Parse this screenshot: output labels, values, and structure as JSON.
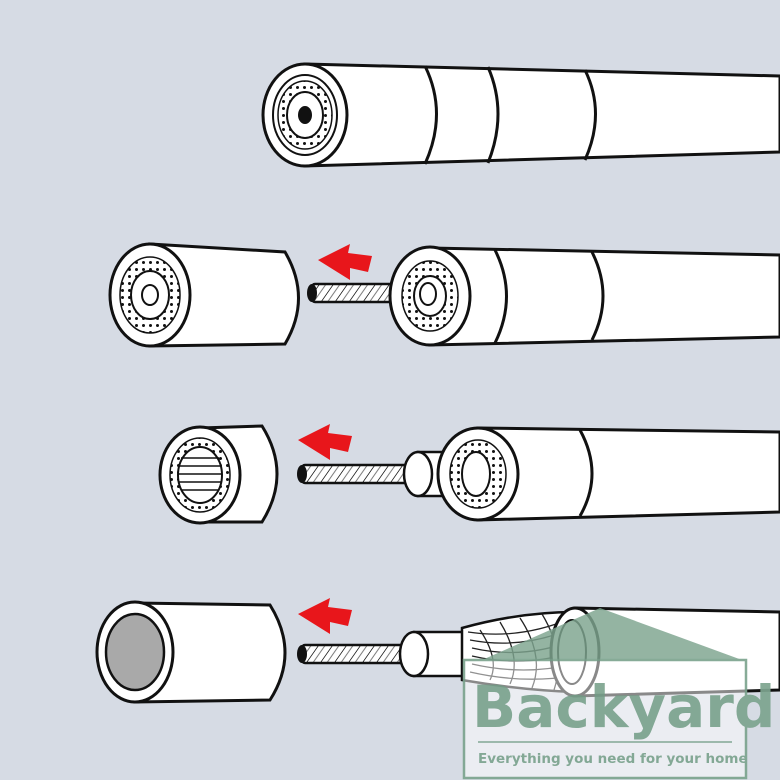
{
  "diagram": {
    "steps": [
      {
        "id": "step-1",
        "stage": "intact-cable"
      },
      {
        "id": "step-2",
        "stage": "outer-jacket-removed"
      },
      {
        "id": "step-3",
        "stage": "dielectric-exposed"
      },
      {
        "id": "step-4",
        "stage": "shield-braid-exposed"
      }
    ],
    "colors": {
      "background": "#d6dbe4",
      "cable_fill": "#ffffff",
      "outline": "#111111",
      "arrow": "#e8161b",
      "watermark": "#7da48f",
      "cut_cap_inner": "#a9a9a9"
    }
  },
  "watermark": {
    "brand": "Backyard",
    "tagline": "Everything you need for your home"
  }
}
